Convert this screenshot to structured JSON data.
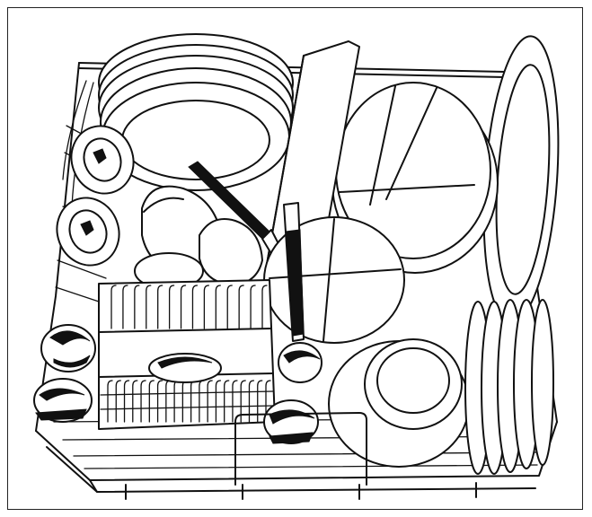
{
  "figure": {
    "subject": "",
    "colors": {
      "line": "#111111",
      "background": "#ffffff",
      "frame": "#222222"
    },
    "icons": [
      "dish-rack",
      "dinner-plate",
      "bowl",
      "cutting-board",
      "knife",
      "cutlery-basket",
      "glass",
      "cup",
      "saucer",
      "lid"
    ]
  }
}
